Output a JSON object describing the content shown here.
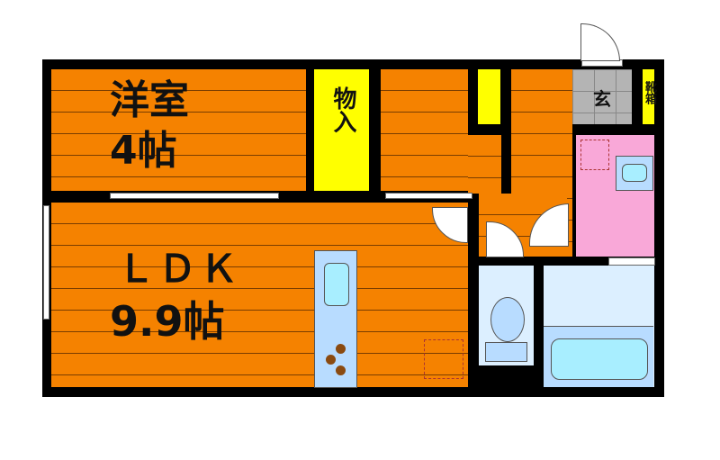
{
  "rooms": {
    "western_room": {
      "name": "洋室",
      "size": "4帖"
    },
    "closet": {
      "name": "物入"
    },
    "ldk": {
      "name": "ＬＤＫ",
      "size": "9.9帖"
    },
    "entrance": {
      "name": "玄"
    },
    "shoe_box": {
      "name": "靴箱"
    }
  },
  "colors": {
    "floor": "#f58200",
    "storage": "#ffff00",
    "wash": "#f9a8d8",
    "wet": "#dcefff",
    "wall": "#000000"
  }
}
